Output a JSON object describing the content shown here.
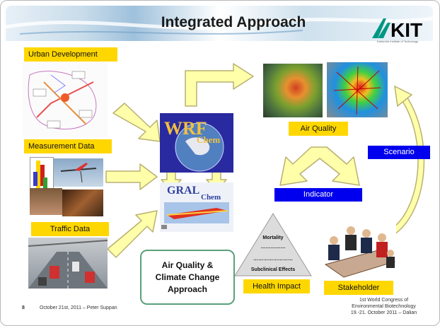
{
  "title": "Integrated Approach",
  "logo": {
    "text": "KIT",
    "subtitle": "Karlsruhe Institute of Technology"
  },
  "labels": {
    "urban_development": "Urban Development",
    "measurement_data": "Measurement Data",
    "traffic_data": "Traffic Data",
    "air_quality": "Air Quality",
    "health_impact": "Health Impact",
    "stakeholder": "Stakeholder",
    "scenario": "Scenario",
    "indicator": "Indicator"
  },
  "models": {
    "wrf": "WRF",
    "wrf_sub": "Chem",
    "gral": "GRAL",
    "gral_sub": "Chem"
  },
  "callout": {
    "line1": "Air Quality &",
    "line2": "Climate Change",
    "line3": "Approach"
  },
  "pyramid": {
    "top": "Mortality",
    "mid1": "……………",
    "mid2": "……………………",
    "bottom": "Subclinical Effects"
  },
  "footer": {
    "page": "8",
    "date_author": "October 21st, 2011 – Peter Suppan",
    "event_line1": "1st World Congress of",
    "event_line2": "Environmental Biotechnology",
    "event_line3": "19.-21. October 2011 – Dalian"
  },
  "colors": {
    "label_yellow": "#ffd700",
    "label_blue": "#0000ee",
    "arrow_fill": "#ffffaa",
    "arrow_stroke": "#b8b070",
    "callout_border": "#5aa07a"
  }
}
